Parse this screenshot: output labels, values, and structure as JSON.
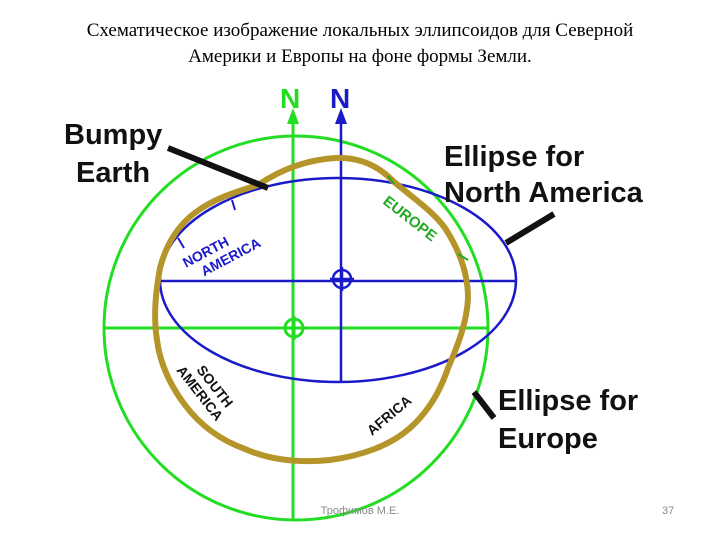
{
  "slide": {
    "title_line1": "Схематическое изображение локальных эллипсоидов для Северной",
    "title_line2": "Америки и Европы на фоне формы Земли.",
    "author": "Трофимов М.Е.",
    "page_number": "37"
  },
  "diagram": {
    "north_label_green": "N",
    "north_label_blue": "N",
    "bumpy_earth_label": [
      "Bumpy",
      "Earth"
    ],
    "na_ellipse_label": [
      "Ellipse for",
      "North America"
    ],
    "eu_ellipse_label": [
      "Ellipse for",
      "Europe"
    ],
    "continents": {
      "north_america": [
        "NORTH",
        "AMERICA"
      ],
      "europe": "EUROPE",
      "south_america": [
        "SOUTH",
        "AMERICA"
      ],
      "africa": "AFRICA"
    },
    "colors": {
      "green": "#22dd22",
      "blue": "#1a1ac8",
      "earth": "#b5952a",
      "callout": "#111111"
    }
  }
}
